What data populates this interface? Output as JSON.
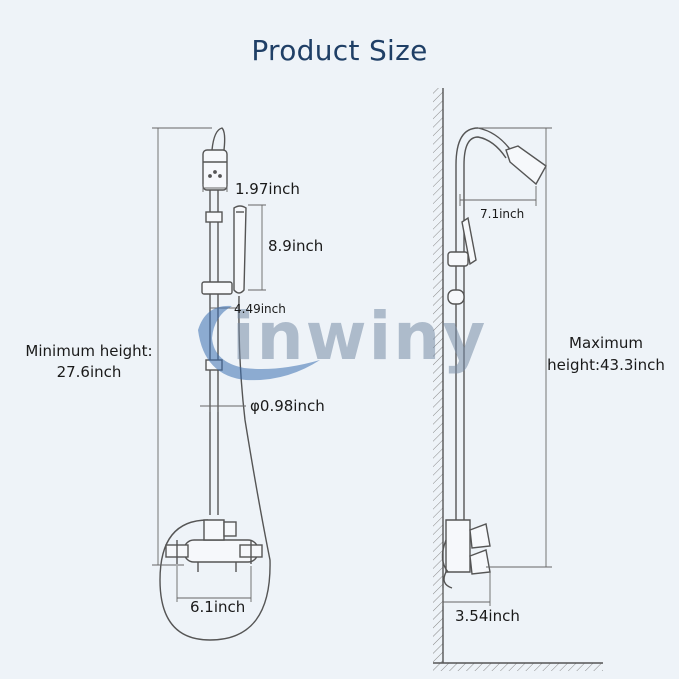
{
  "title": "Product Size",
  "watermark": "inwiny",
  "colors": {
    "background": "#eef3f8",
    "title": "#1f3f66",
    "line": "#555555",
    "watermark_blue": "#3d6fb0"
  },
  "labels": {
    "head_diameter": "1.97inch",
    "handheld_length": "8.9inch",
    "bracket_width": "4.49inch",
    "min_height_line1": "Minimum height:",
    "min_height_line2": "27.6inch",
    "pipe_diameter": "φ0.98inch",
    "valve_spacing": "6.1inch",
    "arm_reach": "7.1inch",
    "max_height_line1": "Maximum",
    "max_height_line2": "height:43.3inch",
    "wall_offset": "3.54inch"
  }
}
